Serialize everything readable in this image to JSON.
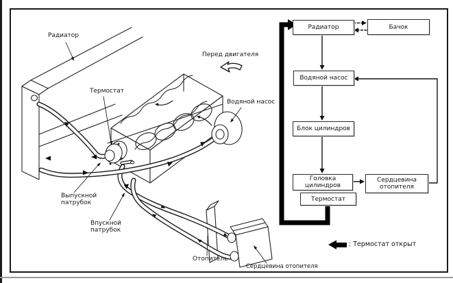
{
  "pictorial": {
    "labels": {
      "radiator": "Радиатор",
      "thermostat": "Термостат",
      "engine_front": "Перед двигателя",
      "water_pump": "Водяной насос",
      "outlet_pipe": "Выпускной патрубок",
      "inlet_pipe": "Впускной патрубок",
      "heater": "Отопитель",
      "heater_core": "Сердцевина отопителя"
    }
  },
  "flowchart": {
    "boxes": {
      "radiator": "Радиатор",
      "tank": "Бачок",
      "water_pump": "Водяной насос",
      "cylinder_block": "Блок цилиндров",
      "cylinder_head": "Головка цилиндров",
      "heater_core": "Сердцевина отопителя",
      "thermostat": "Термостат"
    },
    "legend": ": Термостат открыт"
  },
  "colors": {
    "line": "#1c1c1c",
    "thick_flow": "#000000",
    "background": "#ffffff"
  }
}
